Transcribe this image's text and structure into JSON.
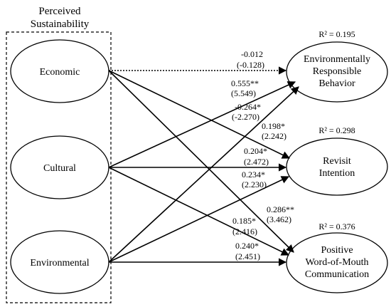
{
  "group": {
    "title_line1": "Perceived",
    "title_line2": "Sustainability"
  },
  "predictors": {
    "economic": "Economic",
    "cultural": "Cultural",
    "environmental": "Environmental"
  },
  "outcomes": {
    "erb": {
      "line1": "Environmentally",
      "line2": "Responsible",
      "line3": "Behavior",
      "r2": "R² = 0.195"
    },
    "revisit": {
      "line1": "Revisit",
      "line2": "Intention",
      "r2": "R² = 0.298"
    },
    "wom": {
      "line1": "Positive",
      "line2": "Word-of-Mouth",
      "line3": "Communication",
      "r2": "R² = 0.376"
    }
  },
  "paths": {
    "eco_erb": {
      "coef": "-0.012",
      "t": "(-0.128)"
    },
    "eco_revisit": {
      "coef": "0.555**",
      "t": "(5.549)"
    },
    "cul_erb": {
      "coef": "-0.264*",
      "t": "(-2.270)"
    },
    "eco_wom": {
      "coef": "0.198*",
      "t": "(2.242)"
    },
    "cul_revisit": {
      "coef": "0.204*",
      "t": "(2.472)"
    },
    "env_revisit": {
      "coef": "0.234*",
      "t": "(2.230)"
    },
    "cul_wom": {
      "coef": "0.286**",
      "t": "(3.462)"
    },
    "env_erb": {
      "coef": "0.185*",
      "t": "(2.416)"
    },
    "env_wom": {
      "coef": "0.240*",
      "t": "(2.451)"
    }
  }
}
